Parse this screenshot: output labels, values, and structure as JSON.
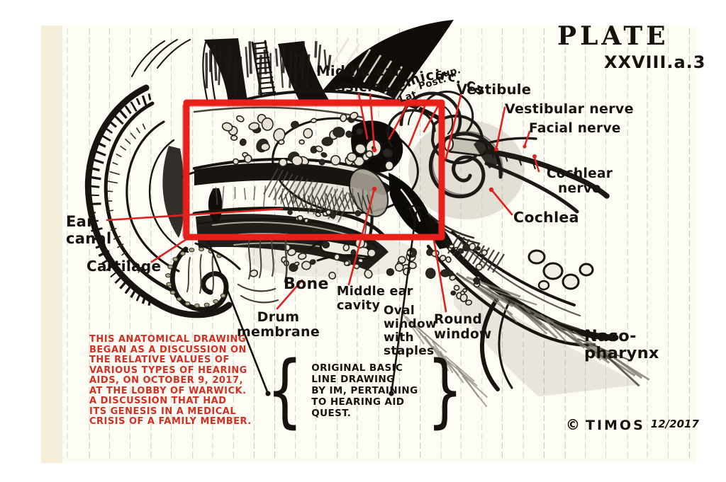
{
  "plate": {
    "title": "PLATE",
    "number": "XXVIII.a.3"
  },
  "labels": {
    "middle_ear_ossicles": "Middle ear\nossicles",
    "semicirc_canals": "Semicirc. canals",
    "semicirc_lat": "Lat.",
    "semicirc_post": "Post.",
    "semicirc_sup": "Sup.",
    "vestibule": "Vestibule",
    "vestibular_nerve": "Vestibular nerve",
    "facial_nerve": "Facial nerve",
    "cochlear_nerve": "Cochlear\nnerve",
    "cochlea": "Cochlea",
    "ear_canal": "Ear\ncanal",
    "cartilage": "Cartilage",
    "bone": "Bone",
    "middle_ear_cavity": "Middle ear\ncavity",
    "drum_membrane": "Drum\nmembrane",
    "oval_window": "Oval\nwindow\nwith\nstaples",
    "round_window": "Round\nwindow",
    "naso_pharynx": "Naso-\npharynx"
  },
  "annotations": {
    "history_note": "THIS ANATOMICAL DRAWING\nBEGAN AS A DISCUSSION ON\nTHE RELATIVE VALUES OF\nVARIOUS TYPES OF HEARING\nAIDS, ON OCTOBER 9, 2017,\nAT THE LOBBY OF WARWICK.\nA DISCUSSION THAT HAD\nITS GENESIS IN A MEDICAL\nCRISIS OF A FAMILY MEMBER.",
    "origin_note": "ORIGINAL BASIC\nLINE DRAWING\nBY IM, PERTAINING\nTO HEARING AID\nQUEST.",
    "brace_left": "{",
    "brace_right": "}"
  },
  "credit": {
    "copyright_symbol": "©",
    "author": "TIMOS",
    "date": "12/2017"
  },
  "colors": {
    "highlight_red": "#e7201b",
    "note_red": "#d23023",
    "ink": "#16120d",
    "paper": "#fcfbf4",
    "rule_line": "#b7bab0"
  }
}
